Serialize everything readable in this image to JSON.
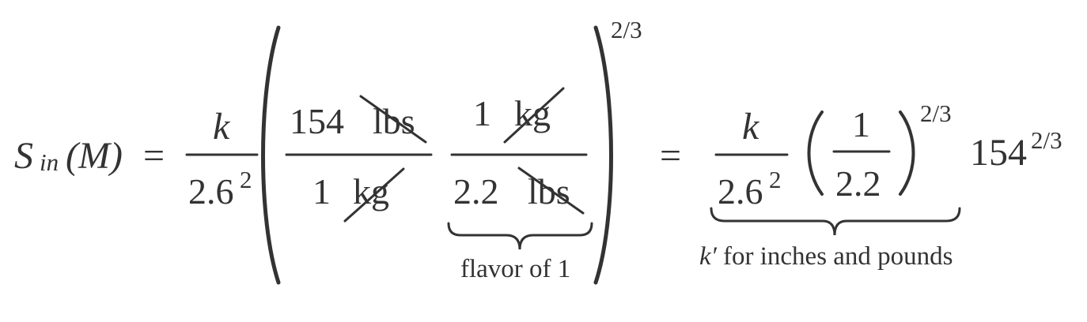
{
  "equation": {
    "lhs": {
      "symbol": "S",
      "subscript": "in",
      "arg": "(M)",
      "equals": "="
    },
    "first_fraction": {
      "numerator": "k",
      "denominator_base": "2.6",
      "denominator_exp": "2"
    },
    "conversion": {
      "frac1": {
        "num_value": "154",
        "num_unit": "lbs",
        "den_value": "1",
        "den_unit": "kg"
      },
      "frac2": {
        "num_value": "1",
        "num_unit": "kg",
        "den_value": "2.2",
        "den_unit": "lbs"
      },
      "brace_note": "flavor of 1",
      "outer_exponent": "2/3"
    },
    "rhs": {
      "equals": "=",
      "fraction": {
        "numerator": "k",
        "denominator_base": "2.6",
        "denominator_exp": "2"
      },
      "paren_fraction": {
        "numerator": "1",
        "denominator": "2.2"
      },
      "paren_exponent": "2/3",
      "base": "154",
      "base_exponent": "2/3",
      "brace_note_symbol": "k′",
      "brace_note_text": "for inches and pounds"
    }
  }
}
